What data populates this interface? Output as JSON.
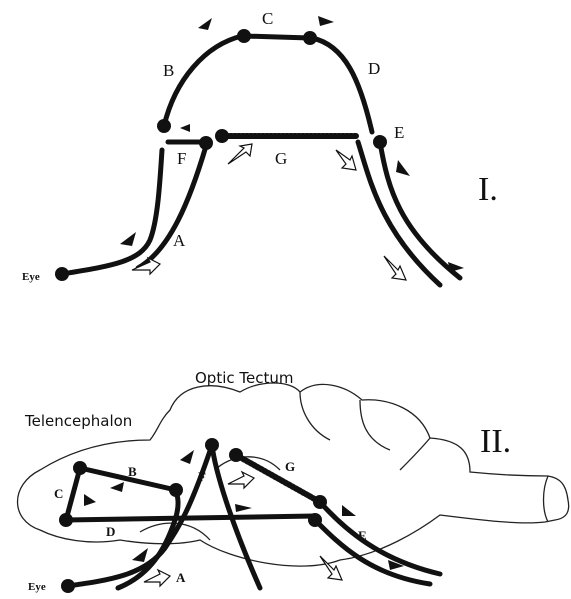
{
  "panel1": {
    "numeral": "I.",
    "labels": {
      "a": "A",
      "b": "B",
      "c": "C",
      "d": "D",
      "e": "E",
      "f": "F",
      "g": "G",
      "eye": "Eye"
    }
  },
  "panel2": {
    "numeral": "II.",
    "region_optic_tectum": "Optic Tectum",
    "region_telencephalon": "Telencephalon",
    "labels": {
      "a": "A",
      "b": "B",
      "c": "C",
      "d": "D",
      "e": "E",
      "f": "F",
      "g": "G",
      "eye": "Eye"
    }
  }
}
